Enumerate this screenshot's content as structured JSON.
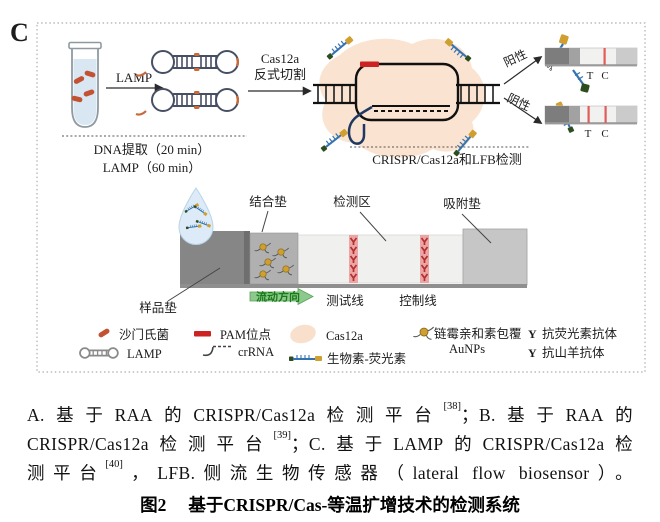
{
  "colors": {
    "bacteria": "#c35233",
    "pam_red": "#cc2222",
    "cas12a_blob": "#fae3d0",
    "crrna_blue": "#1f3864",
    "probe_blue": "#3572b0",
    "biotin_gold": "#cf9f2f",
    "fluorescein_green": "#2e4d1f",
    "strip_line_red": "#e25c5c",
    "chevron_red": "#b03030",
    "flow_green": "#8cc98c",
    "flow_text_green": "#177a17",
    "antibody_gold": "#c9a227",
    "antibody_dark": "#5f5f35",
    "pad_dark_gray": "#868686",
    "pad_mid_gray": "#b0b0b0",
    "pad_light_gray": "#c6c6c6"
  },
  "panel": {
    "label": "C"
  },
  "workflow": {
    "lamp_arrow": "LAMP",
    "step1_time1": "DNA提取（20 min）",
    "step1_time2": "LAMP（60 min）",
    "cas_arrow_1": "Cas12a",
    "cas_arrow_2": "反式切割",
    "step2_label": "CRISPR/Cas12a和LFB检测",
    "positive": "阳性",
    "negative": "阴性",
    "t_label": "T",
    "c_label": "C"
  },
  "lfb": {
    "sample_pad": "样品垫",
    "conjugate_pad": "结合垫",
    "detection_zone": "检测区",
    "absorbent_pad": "吸附垫",
    "test_line": "测试线",
    "control_line": "控制线",
    "flow_direction": "流动方向"
  },
  "legend": {
    "salmonella": "沙门氏菌",
    "pam_site": "PAM位点",
    "cas12a": "Cas12a",
    "lamp": "LAMP",
    "crrna": "crRNA",
    "biotin_fluorescein": "生物素-荧光素",
    "aunps_1": "链霉亲和素包覆",
    "aunps_2": "AuNPs",
    "anti_fluorescein": "抗荧光素抗体",
    "anti_goat": "抗山羊抗体"
  },
  "note": {
    "l1a": "A.基于RAA的CRISPR/Cas12a检测平台",
    "l1ref": "[38]",
    "l1b": "；B.基于RAA的",
    "l2a": "CRISPR/Cas12a检测平台",
    "l2ref": "[39]",
    "l2b": "；C.基于LAMP的CRISPR/Cas12a检",
    "l3a": "测平台",
    "l3ref": "[40]",
    "l3b": "，LFB.侧流生物传感器（lateral flow biosensor）。"
  },
  "title": {
    "fig_no": "图2",
    "text": "基于CRISPR/Cas-等温扩增技术的检测系统"
  }
}
